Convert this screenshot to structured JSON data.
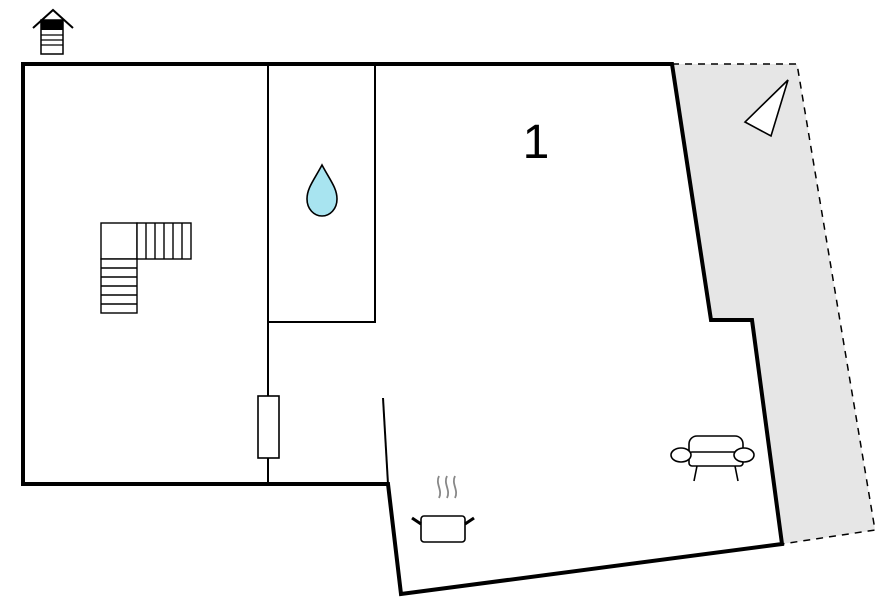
{
  "floor_plan": {
    "room_number": "1",
    "colors": {
      "walls": "#000000",
      "terrace_fill": "#e6e6e6",
      "water_drop": "#a8e4f0",
      "background": "#ffffff"
    },
    "icons": [
      "floor-level-house-icon",
      "staircase-icon",
      "water-drop-icon",
      "north-arrow-icon",
      "sofa-icon",
      "cooking-pot-icon",
      "radiator-icon"
    ],
    "areas": [
      "main-house",
      "bathroom",
      "kitchen-living",
      "terrace"
    ]
  }
}
